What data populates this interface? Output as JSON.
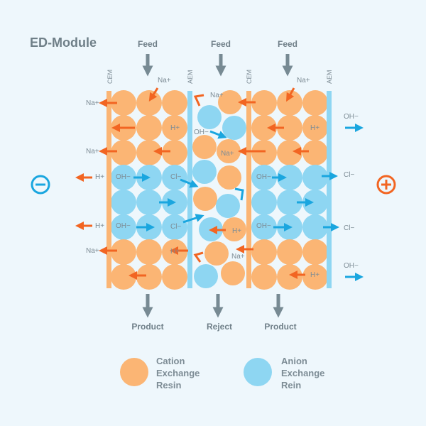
{
  "title": "ED-Module",
  "feeds": [
    "Feed",
    "Feed",
    "Feed"
  ],
  "outputs": [
    "Product",
    "Reject",
    "Product"
  ],
  "membranes": [
    "CEM",
    "AEM",
    "CEM",
    "AEM"
  ],
  "electrodes": {
    "negative": "−",
    "positive": "+"
  },
  "ions": {
    "left": [
      "Na+",
      "Na+",
      "H+",
      "H+",
      "Na+"
    ],
    "right": [
      "OH−",
      "Cl−",
      "Cl−",
      "OH−"
    ],
    "cell1": [
      "Na+",
      "H+",
      "OH−",
      "Cl−",
      "OH−",
      "Cl−",
      "H+"
    ],
    "middle": [
      "Na+",
      "OH−",
      "Na+",
      "H+",
      "Na+"
    ],
    "cell3": [
      "Na+",
      "H+",
      "OH−",
      "OH−",
      "H+"
    ]
  },
  "legend": {
    "cation": [
      "Cation",
      "Exchange",
      "Resin"
    ],
    "anion": [
      "Anion",
      "Exchange",
      "Rein"
    ]
  },
  "colors": {
    "cation": "#fbb574",
    "anion": "#8ed6f2",
    "cation_arrow": "#f26522",
    "anion_arrow": "#1aa6df",
    "background": "#eef7fc"
  }
}
